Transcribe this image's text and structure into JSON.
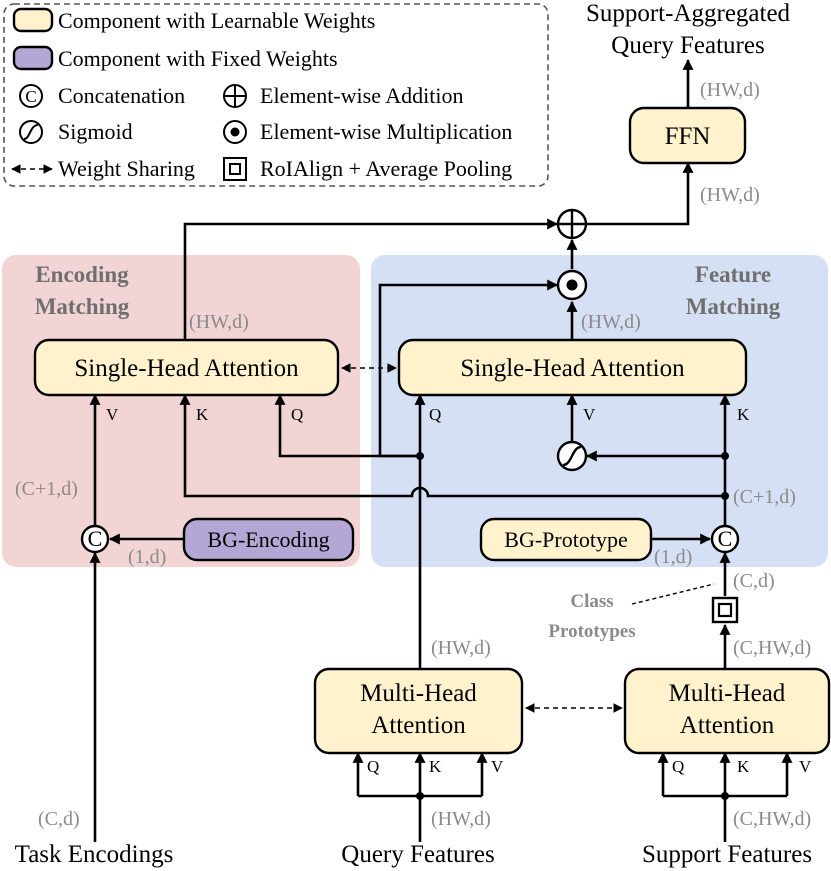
{
  "legend": {
    "learnable": "Component with Learnable Weights",
    "fixed": "Component with Fixed Weights",
    "concatenation": "Concatenation",
    "sigmoid": "Sigmoid",
    "weight_sharing": "Weight Sharing",
    "addition": "Element-wise Addition",
    "multiplication": "Element-wise Multiplication",
    "roialign": "RoIAlign + Average Pooling"
  },
  "symbols": {
    "concat": "C",
    "q": "Q",
    "k": "K",
    "v": "V"
  },
  "regions": {
    "encoding_line1": "Encoding",
    "encoding_line2": "Matching",
    "feature_line1": "Feature",
    "feature_line2": "Matching"
  },
  "blocks": {
    "ffn": "FFN",
    "sha": "Single-Head Attention",
    "mha_line1": "Multi-Head",
    "mha_line2": "Attention",
    "bg_encoding": "BG-Encoding",
    "bg_prototype": "BG-Prototype"
  },
  "output": {
    "line1": "Support-Aggregated",
    "line2": "Query Features"
  },
  "inputs": {
    "task": "Task Encodings",
    "query": "Query Features",
    "support": "Support Features"
  },
  "proto_label": {
    "line1": "Class",
    "line2": "Prototypes"
  },
  "dims": {
    "hw_d": "(HW,d)",
    "c1_d": "(C+1,d)",
    "one_d": "(1,d)",
    "c_d": "(C,d)",
    "c_hw_d": "(C,HW,d)"
  },
  "colors": {
    "learnable": "#fff2cc",
    "fixed": "#b4a7d6",
    "encoding_region": "#f2d4d4",
    "feature_region": "#d6e0f5"
  }
}
